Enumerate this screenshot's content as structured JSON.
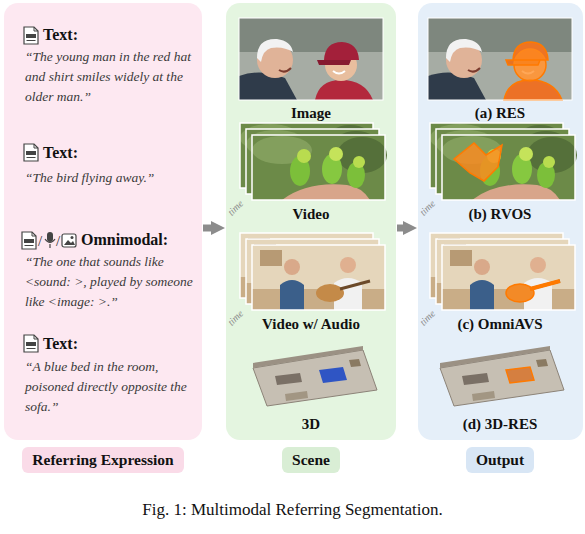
{
  "diagram": {
    "caption": "Fig. 1: Multimodal Referring Segmentation.",
    "nodes": [
      {
        "text": [
          "Text:",
          "“The young man in the red hat and shirt smiles widely at the older man.”",
          "Text:",
          "“The bird flying away.”",
          "Omnimodal:",
          "“The one that sounds like <sound: >, played by someone like <image: >.”",
          "Text:",
          "“A blue bed in the room, poisoned directly opposite the sofa.”"
        ]
      },
      {
        "text": [
          "Image",
          "Video",
          "Video w/ Audio",
          "3D"
        ]
      },
      {
        "text": [
          "(a) RES",
          "(b) RVOS",
          "(c) OmniAVS",
          "(d) 3D-RES"
        ]
      },
      {
        "text": [
          "Referring Expression"
        ]
      },
      {
        "text": [
          "Scene"
        ]
      },
      {
        "text": [
          "Output"
        ]
      }
    ],
    "edges": [
      {
        "from": 0,
        "to": 1,
        "arrow": "to"
      },
      {
        "from": 1,
        "to": 2,
        "arrow": "to"
      }
    ],
    "labels": [
      "/",
      "/",
      "time",
      "time",
      "time",
      "time"
    ]
  }
}
